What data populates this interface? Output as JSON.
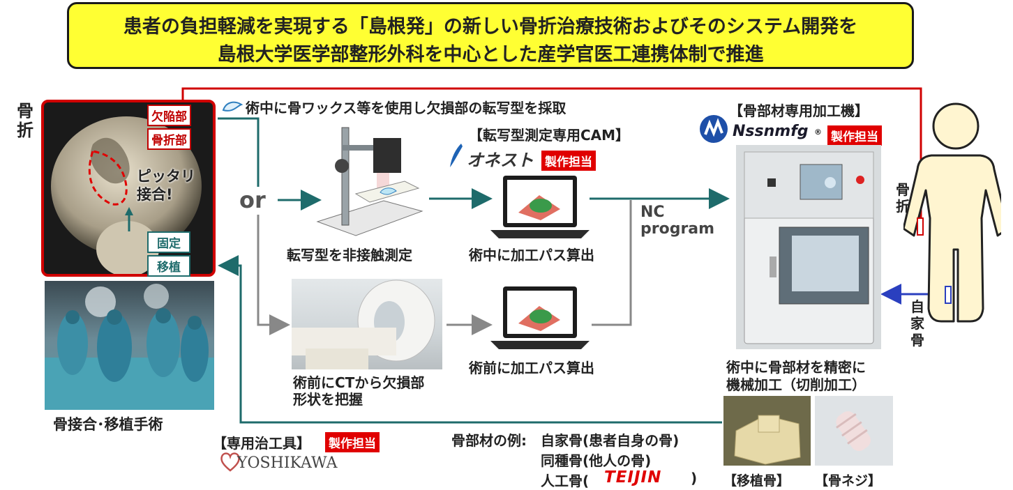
{
  "title": {
    "line1": "患者の負担軽減を実現する「島根発」の新しい骨折治療技術およびそのシステム開発を",
    "line2": "島根大学医学部整形外科を中心とした産学官医工連携体制で推進"
  },
  "fracture_panel": {
    "side_label_1": "骨",
    "side_label_2": "折",
    "defect_label": "欠陥部",
    "fracture_label": "骨折部",
    "fit_text_1": "ピッタリ",
    "fit_text_2": "接合!",
    "fix_label": "固定",
    "transplant_label": "移植"
  },
  "surgery_caption": "骨接合･移植手術",
  "step_wax": "術中に骨ワックス等を使用し欠損部の転写型を採取",
  "or_label": "or",
  "cam_heading": "【転写型測定専用CAM】",
  "onest_logo": "オネスト",
  "producer_tag": "製作担当",
  "step_measure": "転写型を非接触測定",
  "step_path_intra": "術中に加工パス算出",
  "step_ct_1": "術前にCTから欠損部",
  "step_ct_2": "形状を把握",
  "step_path_pre": "術前に加工パス算出",
  "nc_program_1": "NC",
  "nc_program_2": "program",
  "machine_heading": "【骨部材専用加工機】",
  "nssn_logo": "Nssnmfg",
  "nssn_mark": "®",
  "machining_1": "術中に骨部材を精密に",
  "machining_2": "機械加工（切削加工）",
  "patient_fracture_1": "骨",
  "patient_fracture_2": "折",
  "autograft_1": "自",
  "autograft_2": "家",
  "autograft_3": "骨",
  "tools_heading": "【専用治工具】",
  "yoshikawa_logo": "YOSHIKAWA",
  "material_heading": "骨部材の例:",
  "material_auto": "自家骨(患者自身の骨)",
  "material_allo": "同種骨(他人の骨)",
  "material_artificial": "人工骨(",
  "teijin_logo": "TEIJIN",
  "material_artificial_close": ")",
  "graft_caption": "【移植骨】",
  "screw_caption": "【骨ネジ】",
  "colors": {
    "title_bg": "#ffff33",
    "accent_red": "#e00000",
    "teal": "#1e6b6b",
    "blue": "#1e33b0"
  }
}
